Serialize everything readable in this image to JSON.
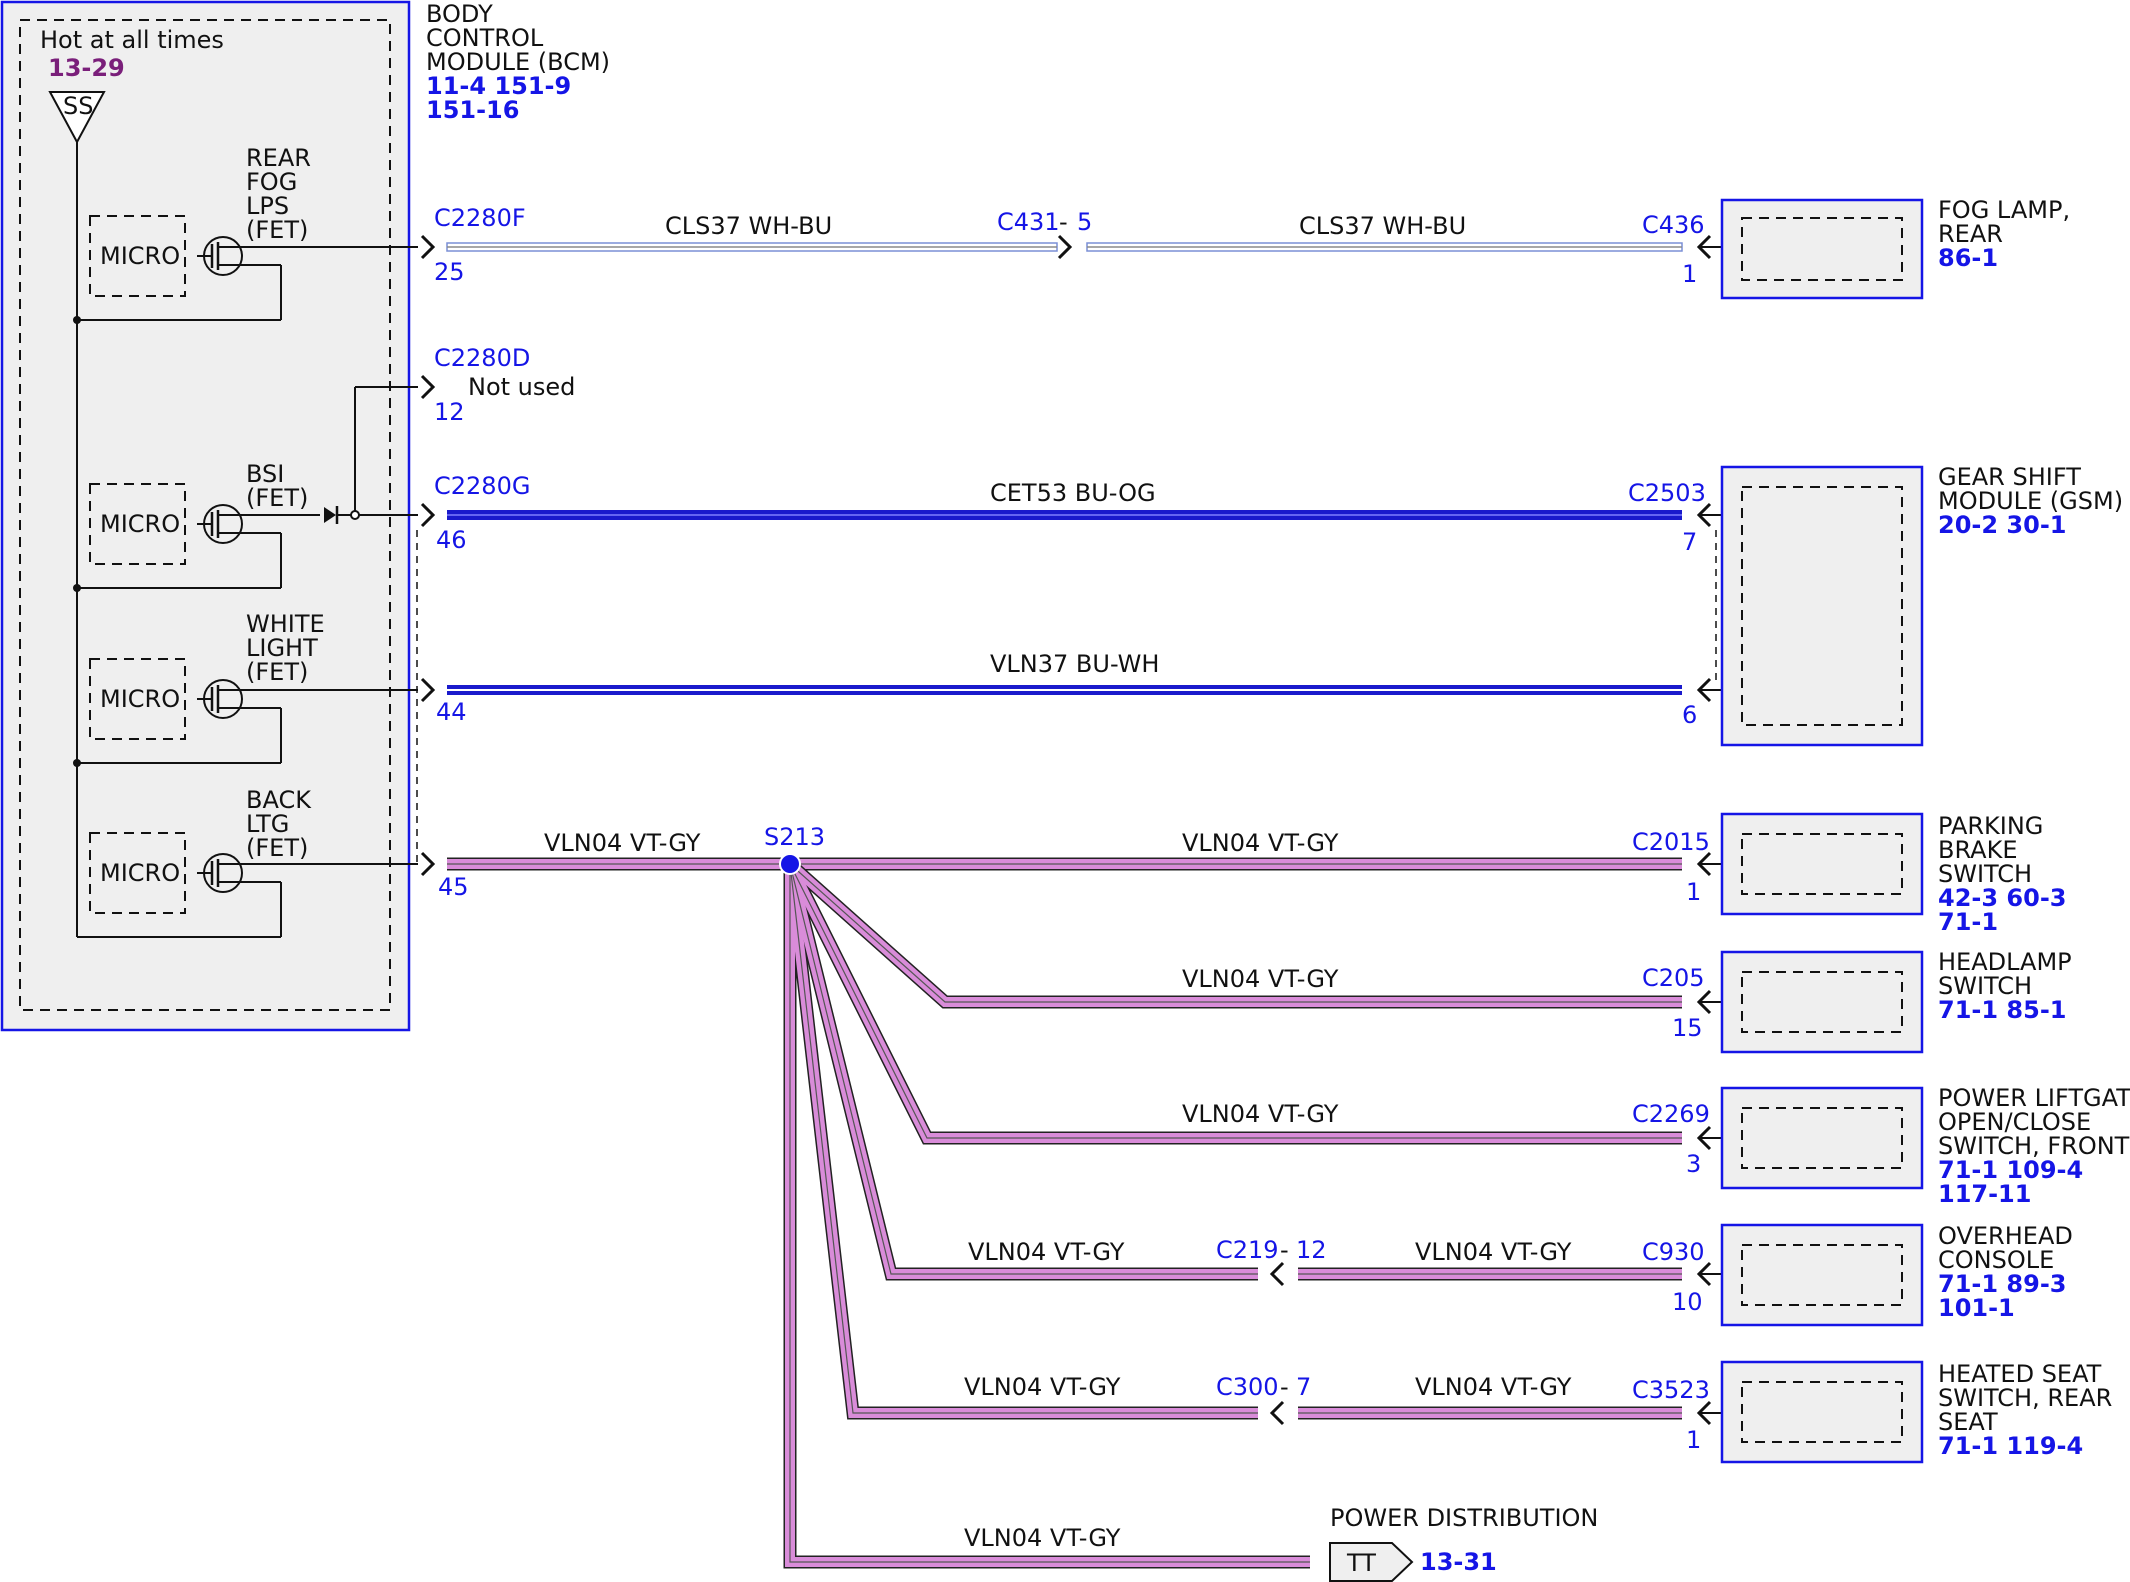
{
  "bcm": {
    "title_lines": [
      "BODY",
      "CONTROL",
      "MODULE (BCM)"
    ],
    "refs_line1": "11-4  151-9",
    "refs_line2": "151-16",
    "hot_label": "Hot at all times",
    "hot_ref": "13-29",
    "ss_label": "SS",
    "micro_label": "MICRO",
    "fets": [
      {
        "lines": [
          "REAR",
          "FOG",
          "LPS",
          "(FET)"
        ]
      },
      {
        "lines": [
          "BSI",
          "(FET)"
        ]
      },
      {
        "lines": [
          "WHITE",
          "LIGHT",
          "(FET)"
        ]
      },
      {
        "lines": [
          "BACK",
          "LTG",
          "(FET)"
        ]
      }
    ]
  },
  "connectors": {
    "c2280f": {
      "name": "C2280F",
      "pin": "25"
    },
    "c2280d": {
      "name": "C2280D",
      "pin": "12",
      "note": "Not used"
    },
    "c2280g_46": {
      "name": "C2280G",
      "pin": "46"
    },
    "c2280g_44": {
      "pin": "44"
    },
    "c2280g_45": {
      "pin": "45"
    },
    "c431": {
      "name": "C431",
      "pin": "5"
    },
    "c219": {
      "name": "C219",
      "pin": "12"
    },
    "c300": {
      "name": "C300",
      "pin": "7"
    }
  },
  "splice": "S213",
  "wires": {
    "cls37_a": "CLS37  WH-BU",
    "cls37_b": "CLS37  WH-BU",
    "cet53": "CET53  BU-OG",
    "vln37": "VLN37  BU-WH",
    "vln04": "VLN04  VT-GY"
  },
  "components": {
    "fog": {
      "name_lines": [
        "FOG LAMP,",
        "REAR"
      ],
      "refs": [
        "86-1"
      ],
      "conn": "C436",
      "pin": "1"
    },
    "gsm": {
      "name_lines": [
        "GEAR SHIFT",
        "MODULE (GSM)"
      ],
      "refs": [
        "20-2  30-1"
      ],
      "conn": "C2503",
      "pin_a": "7",
      "pin_b": "6"
    },
    "parking": {
      "name_lines": [
        "PARKING",
        "BRAKE",
        "SWITCH"
      ],
      "refs": [
        "42-3  60-3",
        "71-1"
      ],
      "conn": "C2015",
      "pin": "1"
    },
    "headlamp": {
      "name_lines": [
        "HEADLAMP",
        "SWITCH"
      ],
      "refs": [
        "71-1  85-1"
      ],
      "conn": "C205",
      "pin": "15"
    },
    "liftgate": {
      "name_lines": [
        "POWER LIFTGATE",
        "OPEN/CLOSE",
        "SWITCH, FRONT"
      ],
      "refs": [
        "71-1  109-4",
        "117-11"
      ],
      "conn": "C2269",
      "pin": "3"
    },
    "overhead": {
      "name_lines": [
        "OVERHEAD",
        "CONSOLE"
      ],
      "refs": [
        "71-1  89-3",
        "101-1"
      ],
      "conn": "C930",
      "pin": "10"
    },
    "heated": {
      "name_lines": [
        "HEATED SEAT",
        "SWITCH, REAR",
        "SEAT"
      ],
      "refs": [
        "71-1  119-4"
      ],
      "conn": "C3523",
      "pin": "1"
    }
  },
  "power_dist": {
    "label": "POWER DISTRIBUTION",
    "tag": "TT",
    "ref": "13-31"
  },
  "colors": {
    "blue": "#1515e6",
    "dark_blue_wire": "#1a1acc",
    "violet_wire": "#d98cd9",
    "hot_ref": "#7a1f7a",
    "box_fill": "#efefef"
  }
}
